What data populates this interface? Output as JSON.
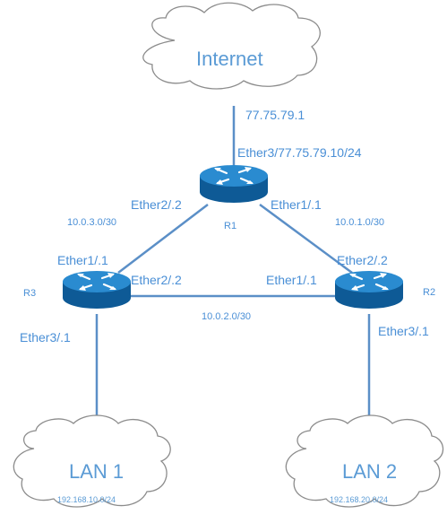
{
  "colors": {
    "link": "#5b8fc7",
    "label": "#4a8fd6",
    "router_top": "#1f7fbf",
    "router_side": "#0e5a96",
    "cloud_stroke": "#8c8c8c"
  },
  "clouds": {
    "internet": {
      "label": "Internet"
    },
    "lan1": {
      "label": "LAN 1",
      "subnet": "192.168.10.0/24"
    },
    "lan2": {
      "label": "LAN 2",
      "subnet": "192.168.20.0/24"
    }
  },
  "routers": {
    "r1": {
      "name": "R1",
      "icon": "router-icon"
    },
    "r2": {
      "name": "R2",
      "icon": "router-icon"
    },
    "r3": {
      "name": "R3",
      "icon": "router-icon"
    }
  },
  "interfaces": {
    "internet_gw": "77.75.79.1",
    "r1_ether3": "Ether3/77.75.79.10/24",
    "r1_ether2": "Ether2/.2",
    "r1_ether1": "Ether1/.1",
    "r2_ether2": "Ether2/.2",
    "r2_ether1": "Ether1/.1",
    "r2_ether3": "Ether3/.1",
    "r3_ether1": "Ether1/.1",
    "r3_ether2": "Ether2/.2",
    "r3_ether3": "Ether3/.1"
  },
  "subnets": {
    "r1_r3": "10.0.3.0/30",
    "r1_r2": "10.0.1.0/30",
    "r3_r2": "10.0.2.0/30"
  }
}
